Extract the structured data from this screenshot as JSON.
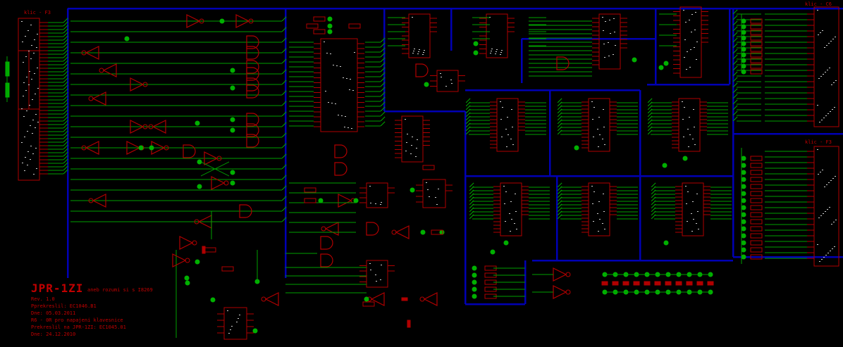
{
  "schematic": {
    "title": "JPR-1ZI",
    "subtitle": "aneb rozumi si s I8269",
    "info_lines": [
      "Rev. 1.0",
      "Pprekreslil: EC1046.B1",
      "Dne: 05.03.2011",
      "R6 - 0R pro napajeni klavesnice",
      "Prekreslil na JPR-1ZI: EC1045.01",
      "Dne: 24.12.2010"
    ],
    "connectors": [
      {
        "id": "left",
        "label": "klic - F3"
      },
      {
        "id": "right-top",
        "label": "klic - C6"
      },
      {
        "id": "right-bottom",
        "label": "klic - F3"
      }
    ],
    "colors": {
      "background": "#000000",
      "wire": "#00a000",
      "junction": "#00b000",
      "part": "#b00000",
      "bus": "#0000b4",
      "pin_text": "#d0d0d0",
      "label_text": "#c00000"
    }
  }
}
